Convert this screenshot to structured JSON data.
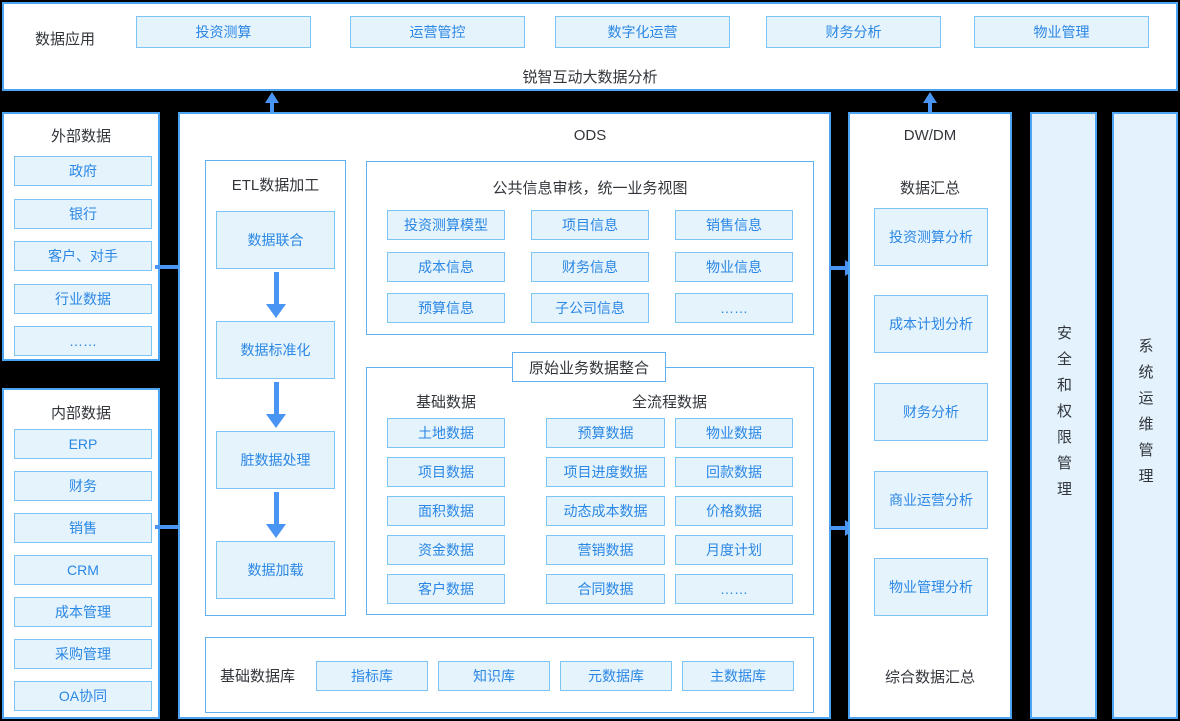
{
  "top_bar": {
    "section_label": "数据应用",
    "apps": [
      "投资测算",
      "运营管控",
      "数字化运营",
      "财务分析",
      "物业管理"
    ],
    "title": "锐智互动大数据分析"
  },
  "external_data": {
    "title": "外部数据",
    "items": [
      "政府",
      "银行",
      "客户、对手",
      "行业数据",
      "……"
    ]
  },
  "internal_data": {
    "title": "内部数据",
    "items": [
      "ERP",
      "财务",
      "销售",
      "CRM",
      "成本管理",
      "采购管理",
      "OA协同"
    ]
  },
  "ods": {
    "title": "ODS",
    "etl": {
      "title": "ETL数据加工",
      "steps": [
        "数据联合",
        "数据标准化",
        "脏数据处理",
        "数据加载"
      ]
    },
    "public_info": {
      "title": "公共信息审核，统一业务视图",
      "items": [
        "投资测算模型",
        "项目信息",
        "销售信息",
        "成本信息",
        "财务信息",
        "物业信息",
        "预算信息",
        "子公司信息",
        "……"
      ]
    },
    "raw_business": {
      "title": "原始业务数据整合",
      "base_header": "基础数据",
      "process_header": "全流程数据",
      "base_items": [
        "土地数据",
        "项目数据",
        "面积数据",
        "资金数据",
        "客户数据"
      ],
      "process_col1": [
        "预算数据",
        "项目进度数据",
        "动态成本数据",
        "营销数据",
        "合同数据"
      ],
      "process_col2": [
        "物业数据",
        "回款数据",
        "价格数据",
        "月度计划",
        "……"
      ]
    },
    "base_db": {
      "title": "基础数据库",
      "items": [
        "指标库",
        "知识库",
        "元数据库",
        "主数据库"
      ]
    }
  },
  "dwdm": {
    "title": "DW/DM",
    "subtitle": "数据汇总",
    "items": [
      "投资测算分析",
      "成本计划分析",
      "财务分析",
      "商业运营分析",
      "物业管理分析"
    ],
    "footer": "综合数据汇总"
  },
  "side_bars": {
    "security": "安全和权限管理",
    "ops": "系统运维管理"
  },
  "colors": {
    "background": "#000000",
    "panel_border": "#4da4f3",
    "chip_bg": "#e5f3fd",
    "chip_border": "#7cc4f3",
    "chip_text": "#2b87e4",
    "dark_text": "#32363b",
    "arrow": "#4a94f3"
  }
}
